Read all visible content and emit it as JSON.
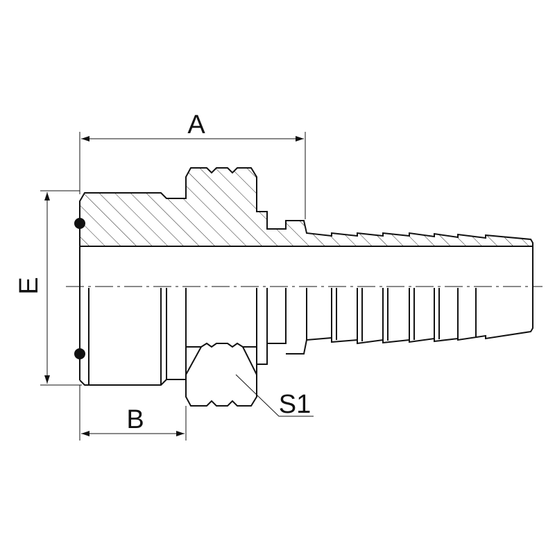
{
  "drawing": {
    "dimensions": {
      "a_label": "A",
      "b_label": "B",
      "e_label": "E",
      "s1_label": "S1"
    },
    "line_color": "#1a1a1a"
  }
}
